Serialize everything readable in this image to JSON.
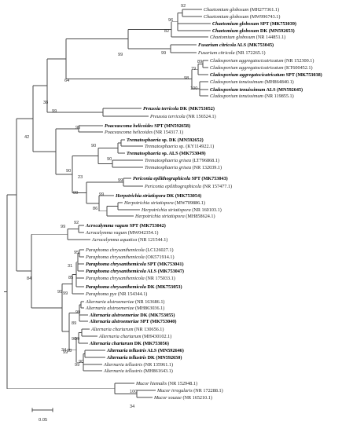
{
  "figure": {
    "type": "phylogenetic-tree",
    "scale_bar_label": "0.05"
  },
  "taxa": [
    {
      "species": "Chaetomium globosum",
      "accession": "(MH277361.1)",
      "bold": false
    },
    {
      "species": "Chaetomium globosum",
      "accession": "(MW996743.1)",
      "bold": false
    },
    {
      "species": "Chaetomium globosum",
      "accession": "SPT (MK753039)",
      "bold": true
    },
    {
      "species": "Chaetomium globosum",
      "accession": "DK (MN592653)",
      "bold": true
    },
    {
      "species": "Chaetomium globosum",
      "accession": "(NR 144851.1)",
      "bold": false
    },
    {
      "species": "Fusarium citricola",
      "accession": "ALS (MK753045)",
      "bold": true
    },
    {
      "species": "Fusarium citricola",
      "accession": "(NR 172265.1)",
      "bold": false
    },
    {
      "species": "Cladosporium aggregatocicatricatum",
      "accession": "(NR 152300.1)",
      "bold": false
    },
    {
      "species": "Cladosporium aggregatocicatricatum",
      "accession": "(KT600452.1)",
      "bold": false
    },
    {
      "species": "Cladosporium aggregatocicatricatum",
      "accession": "SPT (MK753038)",
      "bold": true
    },
    {
      "species": "Cladosporium tenuissimum",
      "accession": "(MH864840.1)",
      "bold": false
    },
    {
      "species": "Cladosporium tenuissimum",
      "accession": "ALS (MN592645)",
      "bold": true
    },
    {
      "species": "Cladosporium tenuissimum",
      "accession": "(NR 119855.1)",
      "bold": false
    },
    {
      "species": "Preussia terricola",
      "accession": "DK (MK753052)",
      "bold": true
    },
    {
      "species": "Preussia terricola",
      "accession": "(NR 156524.1)",
      "bold": false
    },
    {
      "species": "Poaceascoma helicoides",
      "accession": "SPT (MN592658)",
      "bold": true
    },
    {
      "species": "Poaceascoma helicoides",
      "accession": "(NR 154317.1)",
      "bold": false
    },
    {
      "species": "Trematosphaeria",
      "accession": "sp. DK (MN592652)",
      "bold": true
    },
    {
      "species": "Trematosphaeria",
      "accession": "sp. (KY114922.1)",
      "bold": false
    },
    {
      "species": "Trematosphaeria",
      "accession": "sp. ALS (MK753049)",
      "bold": true
    },
    {
      "species": "Trematosphaeria grisea",
      "accession": "(LT796868.1)",
      "bold": false
    },
    {
      "species": "Trematosphaeria grisea",
      "accession": "(NR 132039.1)",
      "bold": false
    },
    {
      "species": "Periconia epilithographicola",
      "accession": "SPT (MK753043)",
      "bold": true
    },
    {
      "species": "Periconia epilithographicola",
      "accession": "(NR 157477.1)",
      "bold": false
    },
    {
      "species": "Herpotrichia striatispora",
      "accession": "DK (MK753054)",
      "bold": true
    },
    {
      "species": "Herpotrichia striatispora",
      "accession": "(MW709886.1)",
      "bold": false
    },
    {
      "species": "Herpotrichia striatispora",
      "accession": "(NR 160103.1)",
      "bold": false
    },
    {
      "species": "Herpotrichia striatispora",
      "accession": "(MH858624.1)",
      "bold": false
    },
    {
      "species": "Acrocalymma vagum",
      "accession": "SPT (MK753042)",
      "bold": true
    },
    {
      "species": "Acrocalymma vagum",
      "accession": "(MW042354.1)",
      "bold": false
    },
    {
      "species": "Acrocalymma aquatica",
      "accession": "(NR 121544.1)",
      "bold": false
    },
    {
      "species": "Paraphoma chrysanthemicola",
      "accession": "(LC126027.1)",
      "bold": false
    },
    {
      "species": "Paraphoma chrysanthemicola",
      "accession": "(OK571914.1)",
      "bold": false
    },
    {
      "species": "Paraphoma chrysanthemicola",
      "accession": "SPT (MK753041)",
      "bold": true
    },
    {
      "species": "Paraphoma chrysanthemicola",
      "accession": "ALS (MK753047)",
      "bold": true
    },
    {
      "species": "Paraphoma chrysanthemicola",
      "accession": "(NR 175033.1)",
      "bold": false
    },
    {
      "species": "Paraphoma chrysanthemicola",
      "accession": "DK (MK753053)",
      "bold": true
    },
    {
      "species": "Paraphoma pye",
      "accession": "(NR 154344.1)",
      "bold": false
    },
    {
      "species": "Alternaria alstroemeriae",
      "accession": "(NR 163686.1)",
      "bold": false
    },
    {
      "species": "Alternaria alstroemeriae",
      "accession": "(MH863036.1)",
      "bold": false
    },
    {
      "species": "Alternaria alstroemeriae",
      "accession": "DK (MK753055)",
      "bold": true
    },
    {
      "species": "Alternaria alstroemeriae",
      "accession": "SPT (MK753040)",
      "bold": true
    },
    {
      "species": "Alternaria chartarum",
      "accession": "(NR 130656.1)",
      "bold": false
    },
    {
      "species": "Alternaria chartarum",
      "accession": "(MH430102.1)",
      "bold": false
    },
    {
      "species": "Alternaria chartarum",
      "accession": "DK (MK753056)",
      "bold": true
    },
    {
      "species": "Alternaria tellustris",
      "accession": "ALS (MN592646)",
      "bold": true
    },
    {
      "species": "Alternaria tellustris",
      "accession": "DK (MN592650)",
      "bold": true
    },
    {
      "species": "Alternaria tellustris",
      "accession": "(NR 135961.1)",
      "bold": false
    },
    {
      "species": "Alternaria tellustris",
      "accession": "(MH861643.1)",
      "bold": false
    },
    {
      "species": "Mucor hiemalis",
      "accession": "(NR 152948.1)",
      "bold": false
    },
    {
      "species": "Mucor irregularis",
      "accession": "(NR 172288.1)",
      "bold": false
    },
    {
      "species": "Mucor souzae",
      "accession": "(NR 165210.1)",
      "bold": false
    }
  ],
  "bootstrap": [
    "92",
    "96",
    "82",
    "99",
    "99",
    "89",
    "79",
    "98",
    "100",
    "64",
    "38",
    "96",
    "99",
    "42",
    "90",
    "90",
    "99",
    "99",
    "86",
    "90",
    "23",
    "99",
    "99",
    "92",
    "99",
    "84",
    "95",
    "31",
    "85",
    "99",
    "99",
    "89",
    "96",
    "98",
    "99",
    "99",
    "34",
    "90",
    "99",
    "100",
    "34"
  ]
}
